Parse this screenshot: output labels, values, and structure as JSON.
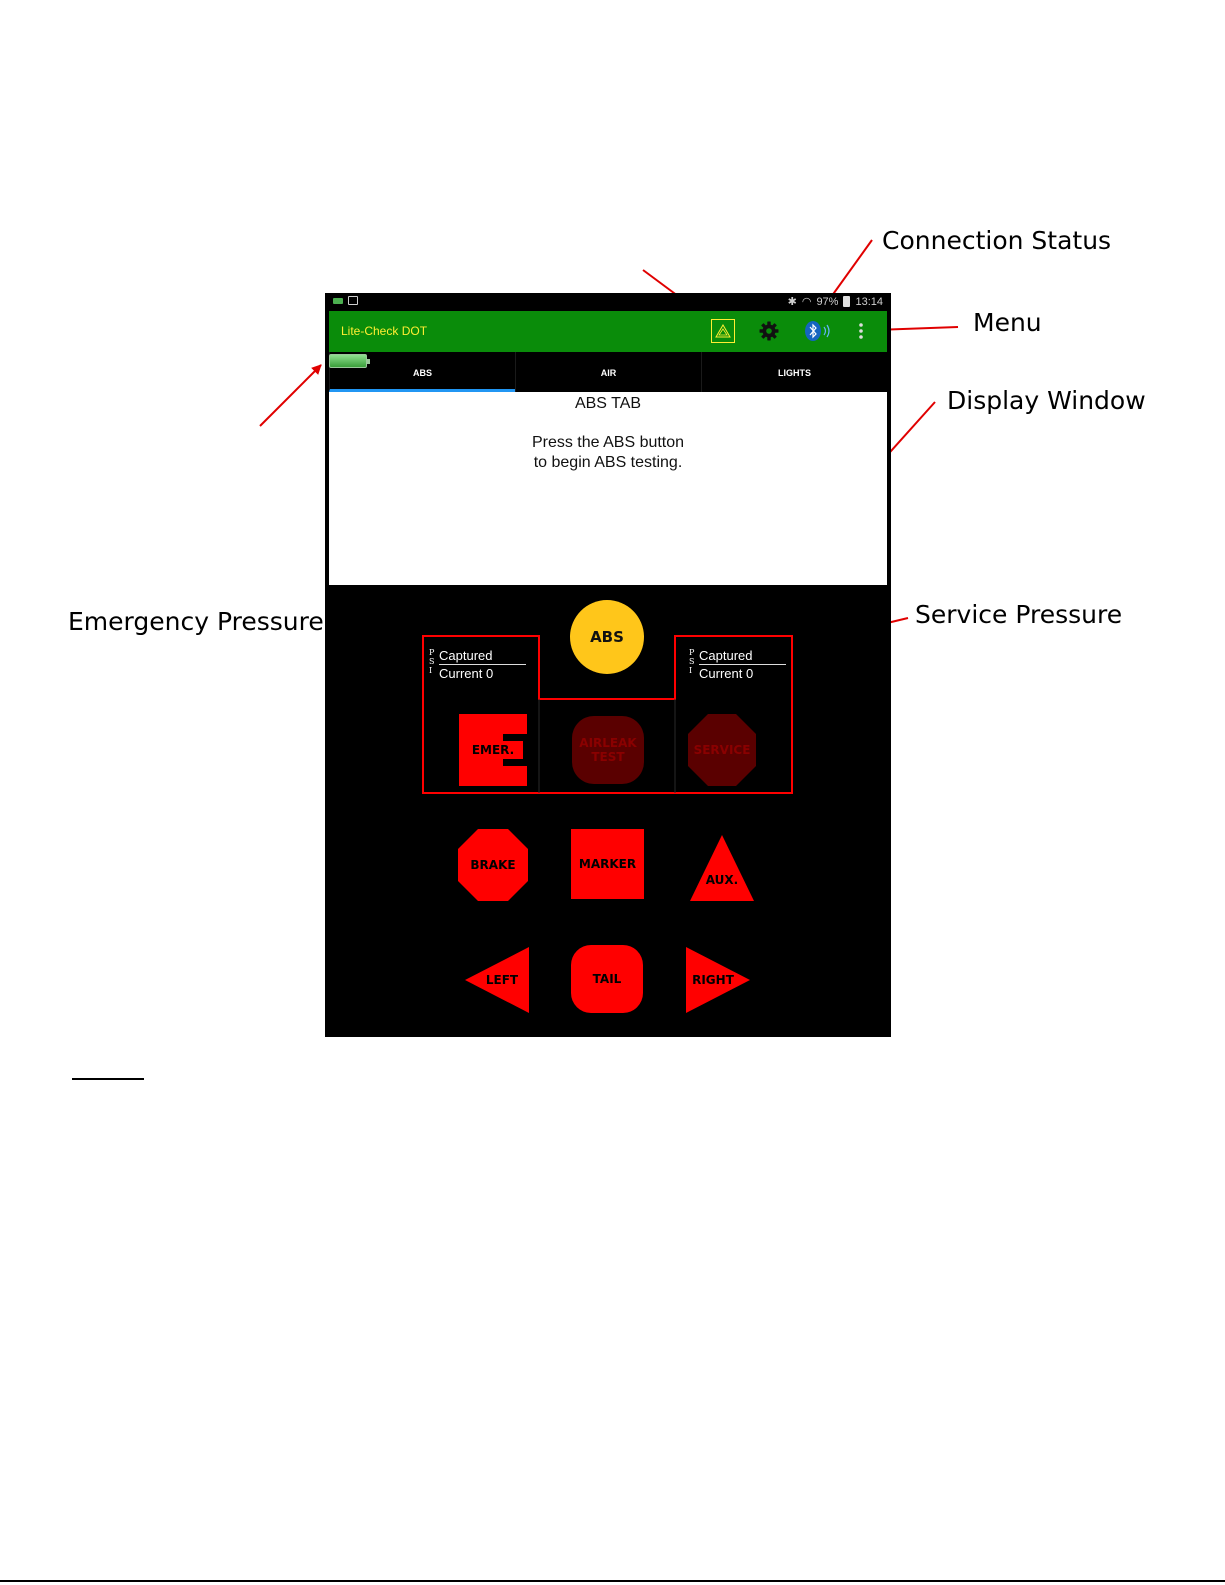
{
  "callouts": {
    "connection_status": "Connection Status",
    "menu": "Menu",
    "display_window": "Display Window",
    "emergency_pressure": "Emergency Pressure",
    "service_pressure": "Service Pressure"
  },
  "status_bar": {
    "battery_percent": "97%",
    "time": "13:14"
  },
  "app_bar": {
    "title": "Lite-Check DOT",
    "icons": [
      "warning-triangle-icon",
      "gear-icon",
      "bluetooth-icon",
      "overflow-menu-icon"
    ]
  },
  "tabs": [
    {
      "label": "ABS",
      "active": true
    },
    {
      "label": "AIR",
      "active": false
    },
    {
      "label": "LIGHTS",
      "active": false
    }
  ],
  "display": {
    "title": "ABS TAB",
    "line1": "Press the ABS button",
    "line2": "to begin ABS testing."
  },
  "controls": {
    "abs": "ABS",
    "emergency_psi": {
      "letters": [
        "P",
        "S",
        "I"
      ],
      "captured": "Captured",
      "current": "Current 0"
    },
    "service_psi": {
      "letters": [
        "P",
        "S",
        "I"
      ],
      "captured": "Captured",
      "current": "Current 0"
    },
    "emer": "EMER.",
    "airleak_line1": "AIRLEAK",
    "airleak_line2": "TEST",
    "service": "SERVICE",
    "brake": "BRAKE",
    "marker": "MARKER",
    "aux": "AUX.",
    "left": "LEFT",
    "tail": "TAIL",
    "right": "RIGHT"
  },
  "colors": {
    "app_bar": "#0a8c0a",
    "title_text": "#ffee33",
    "button_red": "#ff0000",
    "button_dim": "#5a0000",
    "abs_yellow": "#ffc61a",
    "tab_indicator": "#2196f3",
    "annotation_arrow": "#e00000"
  }
}
